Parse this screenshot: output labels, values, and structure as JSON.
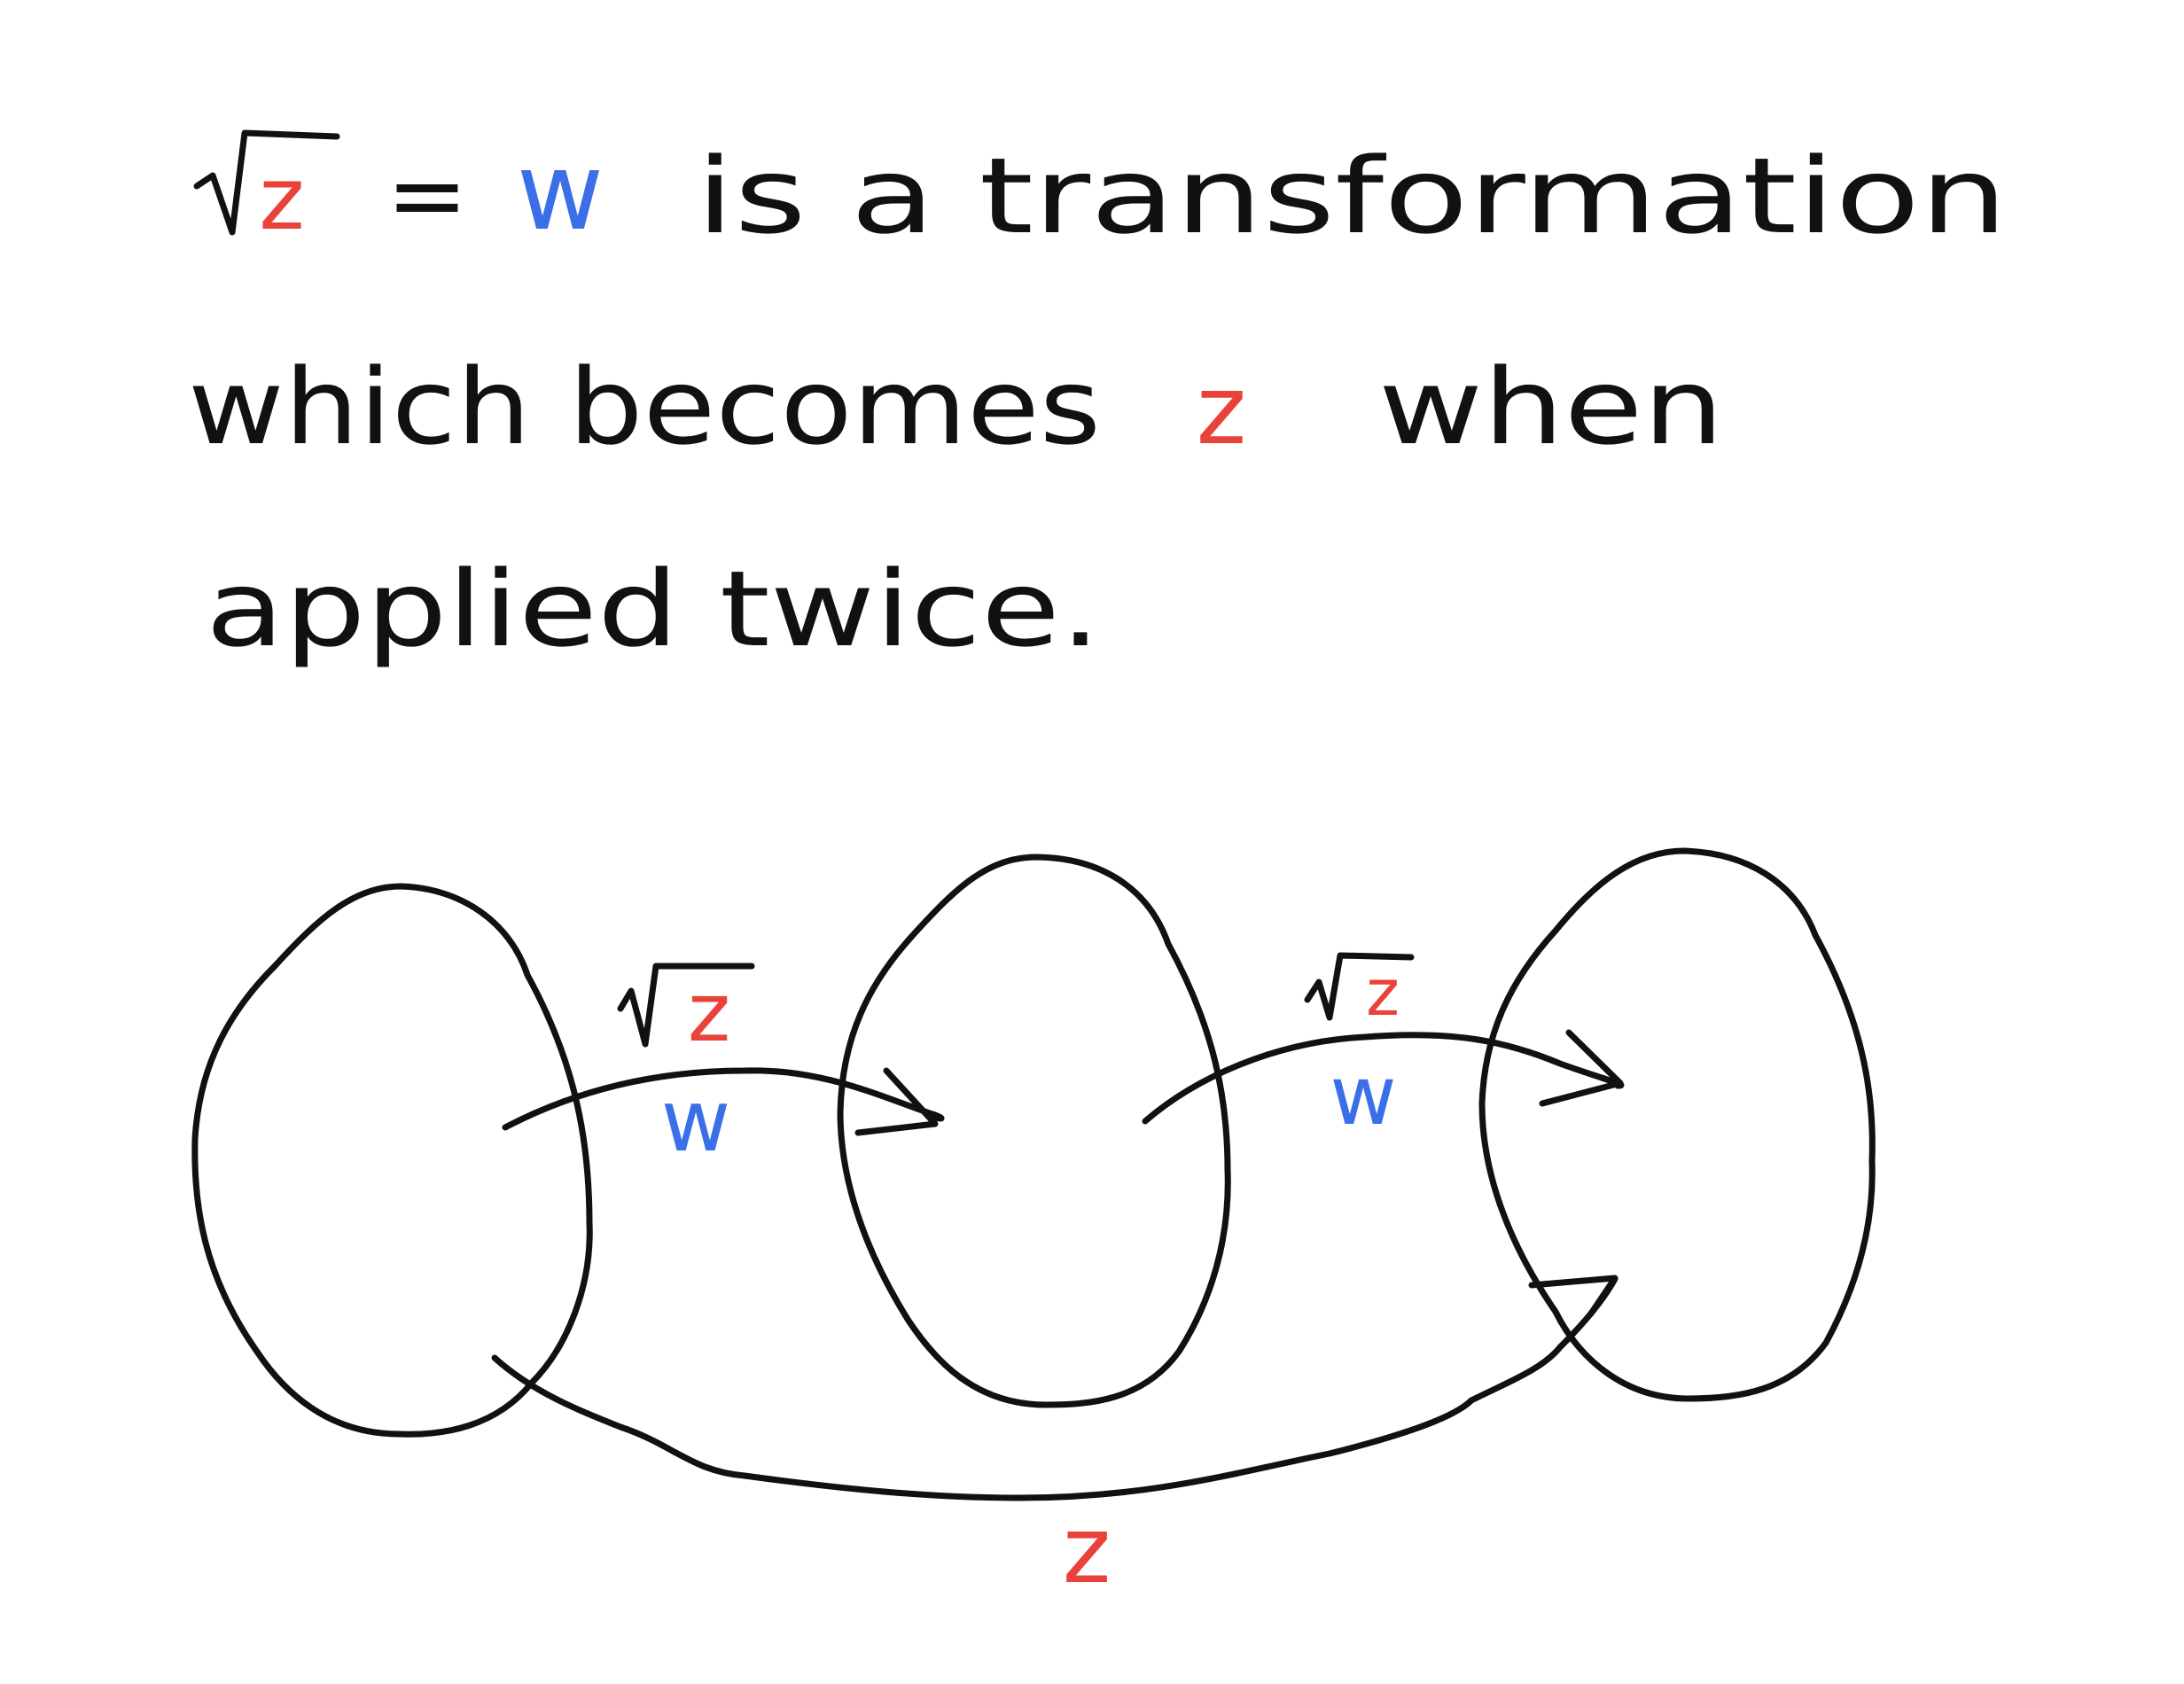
{
  "colors": {
    "ink": "#111111",
    "z": "#e8423a",
    "w": "#3b6fe8",
    "background": "#ffffff"
  },
  "statement": {
    "line1": {
      "sqrt_var": "z",
      "equals": "=",
      "result_var": "w",
      "text": "is a transformation"
    },
    "line2": {
      "text_before": "which becomes",
      "var": "z",
      "text_after": "when"
    },
    "line3": {
      "text": "applied twice."
    }
  },
  "diagram": {
    "nodes": [
      "domain-set-1",
      "domain-set-2",
      "domain-set-3"
    ],
    "arrows": [
      {
        "from": "domain-set-1",
        "to": "domain-set-2",
        "upper_label_var": "z",
        "lower_label": "w"
      },
      {
        "from": "domain-set-2",
        "to": "domain-set-3",
        "upper_label_var": "z",
        "lower_label": "w"
      },
      {
        "from": "domain-set-1",
        "to": "domain-set-3",
        "label": "z"
      }
    ]
  },
  "icons": [
    "sqrt-symbol-icon",
    "arrowhead-icon"
  ]
}
